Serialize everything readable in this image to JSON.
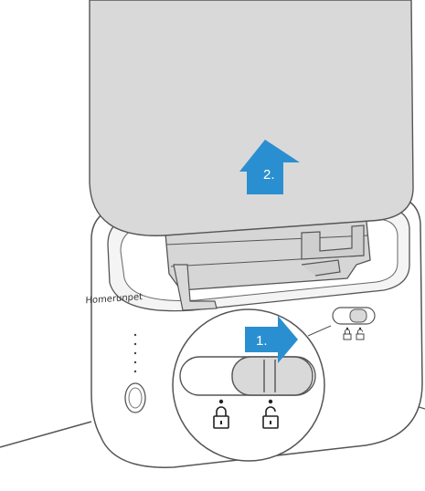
{
  "brand": {
    "name": "Homerunpet"
  },
  "steps": [
    {
      "label": "1.",
      "direction": "right",
      "action": "slide-lock"
    },
    {
      "label": "2.",
      "direction": "up",
      "action": "lift-container"
    }
  ],
  "lock_states": [
    "locked",
    "unlocked"
  ],
  "colors": {
    "accent": "#2a8fd0",
    "container": "#d9d9d9",
    "outline": "#555555",
    "body": "#ffffff"
  }
}
